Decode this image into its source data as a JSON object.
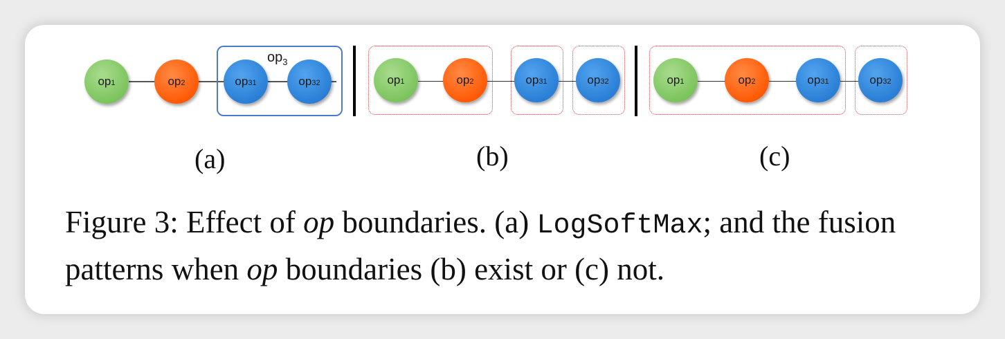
{
  "panels": {
    "a": {
      "label": "(a)",
      "group_label": "op",
      "group_label_sub": "3",
      "nodes": [
        {
          "text": "op",
          "sub": "1",
          "color": "green"
        },
        {
          "text": "op",
          "sub": "2",
          "color": "orange"
        },
        {
          "text": "op",
          "sub": "31",
          "color": "blue"
        },
        {
          "text": "op",
          "sub": "32",
          "color": "blue"
        }
      ]
    },
    "b": {
      "label": "(b)",
      "nodes": [
        {
          "text": "op",
          "sub": "1",
          "color": "green"
        },
        {
          "text": "op",
          "sub": "2",
          "color": "orange"
        },
        {
          "text": "op",
          "sub": "31",
          "color": "blue"
        },
        {
          "text": "op",
          "sub": "32",
          "color": "blue"
        }
      ]
    },
    "c": {
      "label": "(c)",
      "nodes": [
        {
          "text": "op",
          "sub": "1",
          "color": "green"
        },
        {
          "text": "op",
          "sub": "2",
          "color": "orange"
        },
        {
          "text": "op",
          "sub": "31",
          "color": "blue"
        },
        {
          "text": "op",
          "sub": "32",
          "color": "blue"
        }
      ]
    }
  },
  "colors": {
    "green": "#7cc45d",
    "orange": "#ff5a05",
    "blue": "#2a7fd6",
    "group_border": "#4a7ad0",
    "fusion_border": "#e8333a"
  },
  "caption": {
    "prefix": "Figure 3: Effect of ",
    "op1": "op",
    "mid1": " boundaries. (a) ",
    "code": "LogSoftMax",
    "mid2": "; and the fusion patterns when ",
    "op2": "op",
    "suffix": " boundaries (b) exist or (c) not."
  }
}
